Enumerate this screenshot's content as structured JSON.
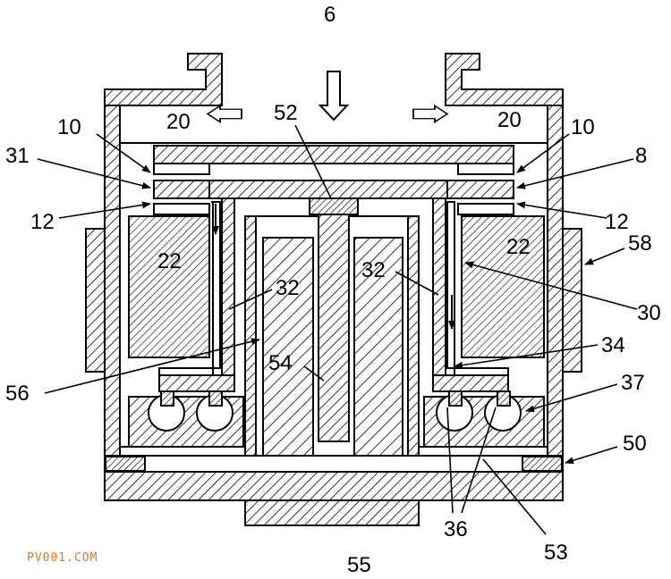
{
  "labels": {
    "l6": "6",
    "l52": "52",
    "l10a": "10",
    "l10b": "10",
    "l20a": "20",
    "l20b": "20",
    "l31": "31",
    "l8": "8",
    "l12a": "12",
    "l12b": "12",
    "l22a": "22",
    "l22b": "22",
    "l58": "58",
    "l32a": "32",
    "l32b": "32",
    "l30": "30",
    "l34": "34",
    "l56": "56",
    "l54": "54",
    "l37": "37",
    "l50": "50",
    "l36": "36",
    "l53": "53",
    "l55": "55"
  },
  "watermark": "PV001.COM"
}
